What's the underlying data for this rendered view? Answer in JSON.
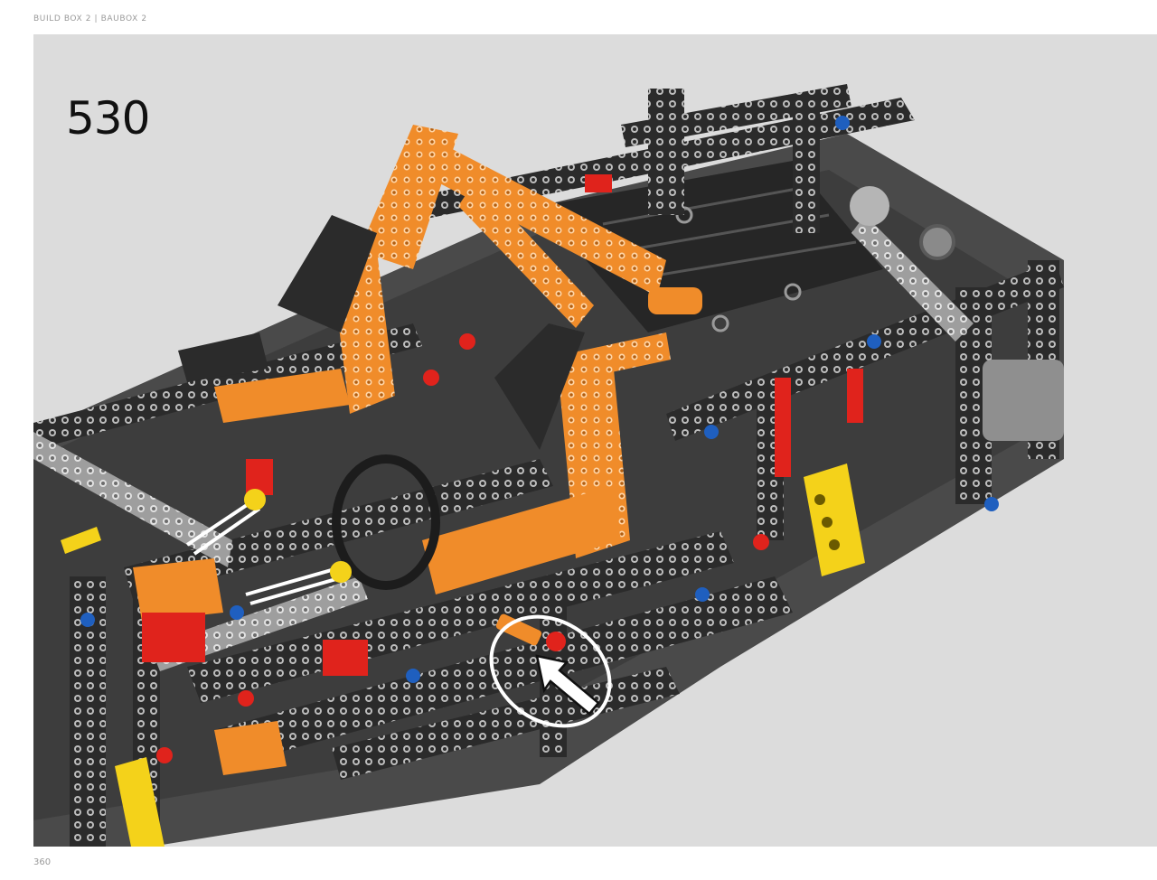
{
  "header": {
    "label": "BUILD BOX 2 | BAUBOX 2"
  },
  "step": {
    "number": "530"
  },
  "footer": {
    "page_number": "360"
  },
  "colors": {
    "background_panel": "#dcdcdc",
    "dark_beam": "#2b2b2b",
    "orange_beam": "#f08c2a",
    "red_part": "#e0231c",
    "yellow_part": "#f4d21a",
    "blue_pin": "#1f5fbf",
    "light_gray_part": "#b5b5b5",
    "highlight": "#ffffff"
  },
  "illustration": {
    "subject": "technic-chassis-assembly",
    "callout_icon": "arrow-pointer-icon"
  }
}
